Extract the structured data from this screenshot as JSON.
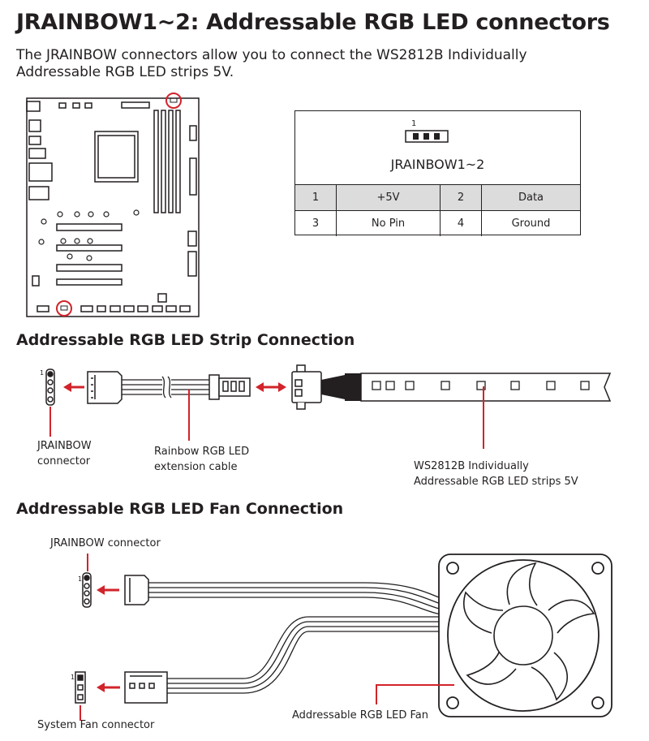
{
  "title": "JRAINBOW1~2: Addressable RGB LED connectors",
  "description": "The JRAINBOW connectors allow you to connect the WS2812B Individually Addressable RGB LED strips 5V.",
  "pinout": {
    "pin_one_label": "1",
    "connector_name": "JRAINBOW1~2",
    "rows": [
      [
        "1",
        "+5V",
        "2",
        "Data"
      ],
      [
        "3",
        "No Pin",
        "4",
        "Ground"
      ]
    ]
  },
  "strip_section": {
    "heading": "Addressable RGB LED Strip Connection",
    "pin_one": "1",
    "jrainbow_label_1": "JRAINBOW",
    "jrainbow_label_2": "connector",
    "cable_label_1": "Rainbow RGB LED",
    "cable_label_2": "extension cable",
    "strip_label_1": "WS2812B Individually",
    "strip_label_2": "Addressable RGB LED strips 5V"
  },
  "fan_section": {
    "heading": "Addressable RGB LED Fan Connection",
    "jrainbow_label": "JRAINBOW connector",
    "pin_one_a": "1",
    "pin_one_b": "1",
    "system_fan_label": "System Fan connector",
    "fan_label": "Addressable RGB LED Fan"
  },
  "colors": {
    "accent": "#d2232a",
    "ink": "#231f20",
    "table_shade": "#dcdcdc"
  }
}
